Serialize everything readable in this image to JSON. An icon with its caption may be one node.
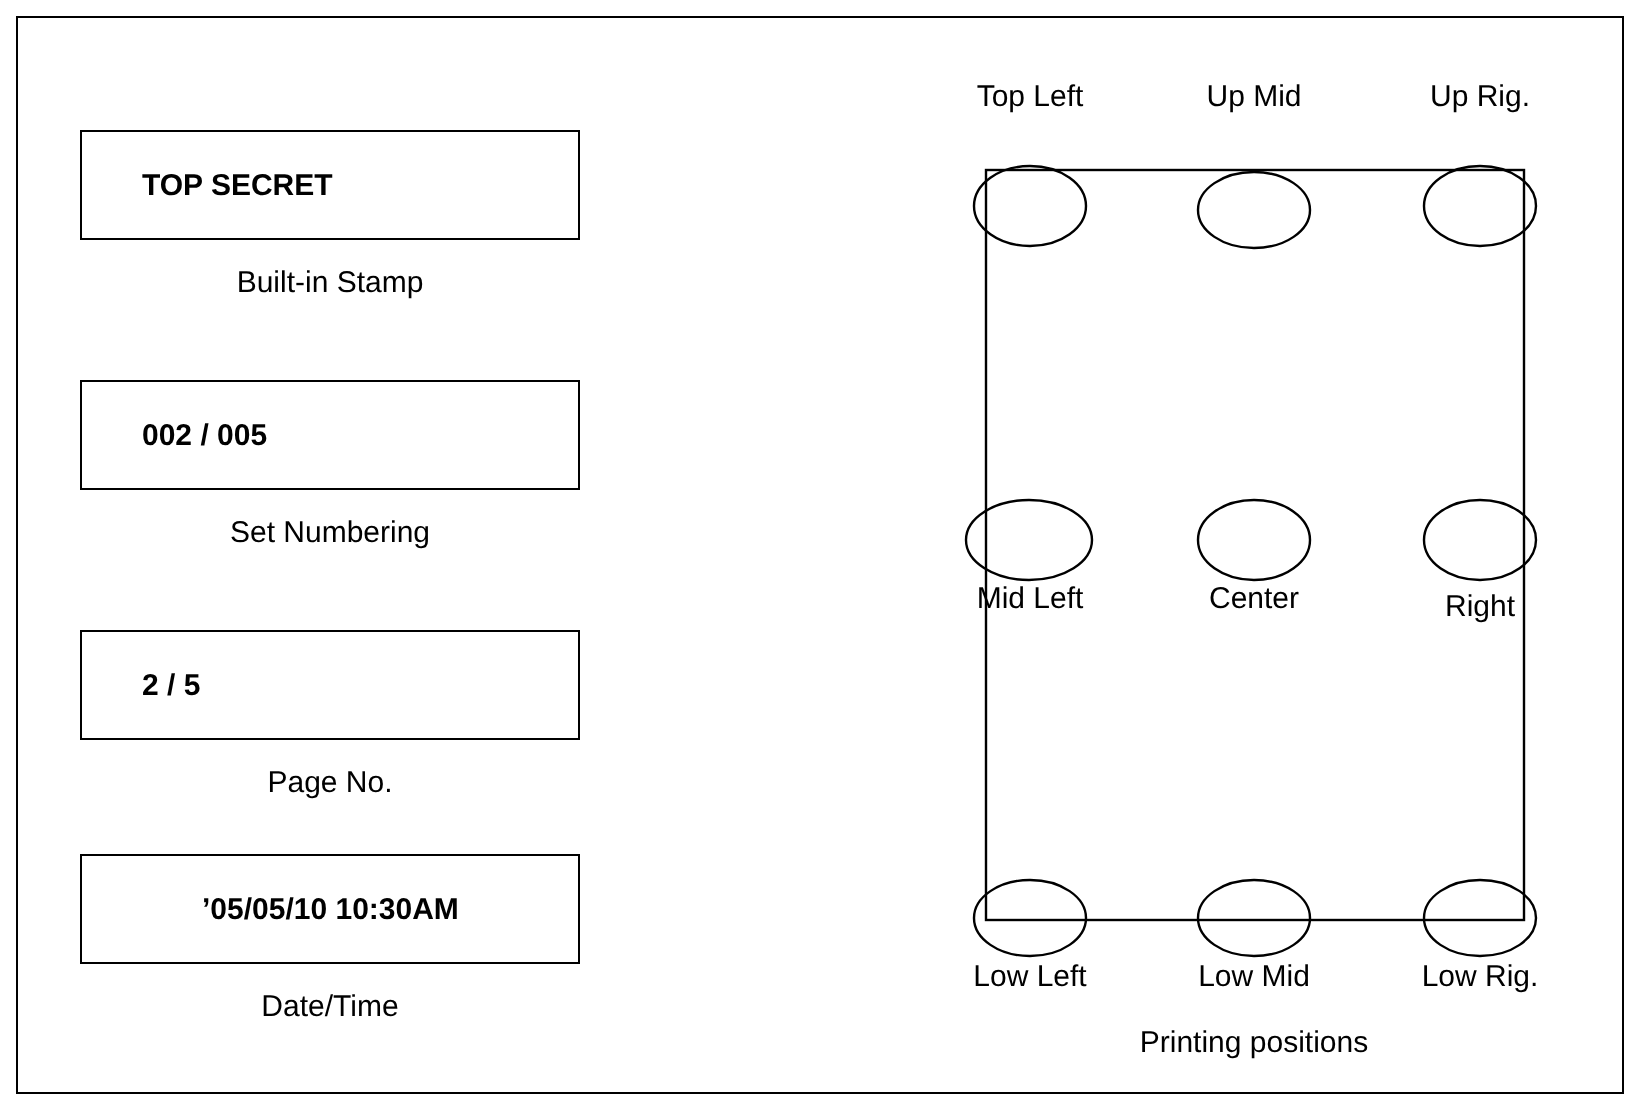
{
  "diagram": {
    "nodes": [
      {
        "text": [
          "TOP SECRET"
        ],
        "beside": [
          "Built-in Stamp"
        ]
      },
      {
        "text": [
          "002 / 005"
        ],
        "beside": [
          "Set Numbering"
        ]
      },
      {
        "text": [
          "2 / 5"
        ],
        "beside": [
          "Page No."
        ]
      },
      {
        "text": [
          "’05/05/10 10:30AM"
        ],
        "beside": [
          "Date/Time"
        ]
      },
      {
        "text": [],
        "shape": "box",
        "beside": [
          "Printing positions"
        ]
      },
      {
        "text": [],
        "shape": "circle",
        "beside": [
          "Top Left"
        ]
      },
      {
        "text": [],
        "shape": "circle",
        "beside": [
          "Up Mid"
        ],
        "in": 4
      },
      {
        "text": [],
        "shape": "circle",
        "beside": [
          "Up Rig."
        ]
      },
      {
        "text": [],
        "shape": "circle",
        "beside": [
          "Mid Left"
        ]
      },
      {
        "text": [],
        "shape": "circle",
        "beside": [
          "Center"
        ],
        "in": 4
      },
      {
        "text": [],
        "shape": "circle",
        "beside": [
          "Right"
        ]
      },
      {
        "text": [],
        "shape": "circle",
        "beside": [
          "Low Left"
        ]
      },
      {
        "text": [],
        "shape": "circle",
        "beside": [
          "Low Mid"
        ]
      },
      {
        "text": [],
        "shape": "circle",
        "beside": [
          "Low Rig."
        ]
      }
    ]
  }
}
